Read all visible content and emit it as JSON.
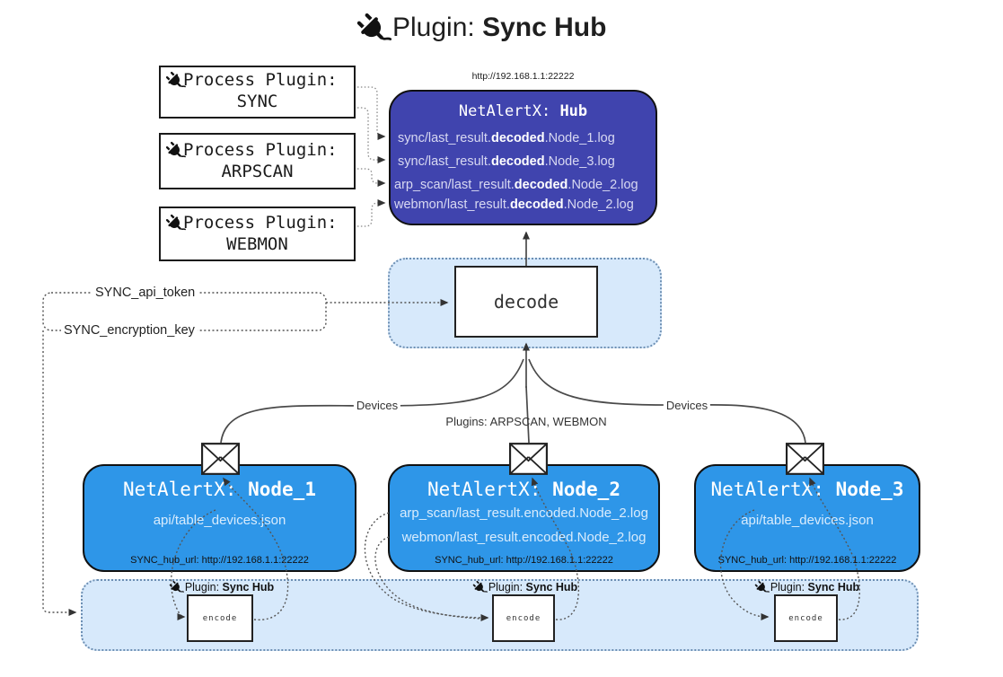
{
  "title": {
    "icon": "plug-icon",
    "prefix": "Plugin: ",
    "bold": "Sync Hub"
  },
  "process_plugins": [
    {
      "label": "Process Plugin:",
      "name": "SYNC"
    },
    {
      "label": "Process Plugin:",
      "name": "ARPSCAN"
    },
    {
      "label": "Process Plugin:",
      "name": "WEBMON"
    }
  ],
  "hub": {
    "url": "http://192.168.1.1:22222",
    "title_prefix": "NetAlertX: ",
    "title_bold": "Hub",
    "lines": [
      {
        "pre": "sync/last_result.",
        "bold": "decoded",
        "post": ".Node_1.log"
      },
      {
        "pre": "sync/last_result.",
        "bold": "decoded",
        "post": ".Node_3.log"
      },
      {
        "pre": "arp_scan/last_result.",
        "bold": "decoded",
        "post": ".Node_2.log"
      },
      {
        "pre": "webmon/last_result.",
        "bold": "decoded",
        "post": ".Node_2.log"
      }
    ]
  },
  "decode_label": "decode",
  "tokens": {
    "api_token": "SYNC_api_token",
    "encryption_key": "SYNC_encryption_key"
  },
  "edge_labels": {
    "devices_left": "Devices",
    "devices_right": "Devices",
    "plugins": "Plugins: ARPSCAN, WEBMON"
  },
  "nodes": [
    {
      "title_prefix": "NetAlertX: ",
      "title_bold": "Node_1",
      "files": [
        "api/table_devices.json"
      ],
      "hub_url": "SYNC_hub_url: http://192.168.1.1:22222"
    },
    {
      "title_prefix": "NetAlertX: ",
      "title_bold": "Node_2",
      "files": [
        "arp_scan/last_result.encoded.Node_2.log",
        "webmon/last_result.encoded.Node_2.log"
      ],
      "hub_url": "SYNC_hub_url: http://192.168.1.1:22222"
    },
    {
      "title_prefix": "NetAlertX: ",
      "title_bold": "Node_3",
      "files": [
        "api/table_devices.json"
      ],
      "hub_url": "SYNC_hub_url: http://192.168.1.1:22222"
    }
  ],
  "encoder": {
    "plugin_prefix": "Plugin: ",
    "plugin_bold": "Sync Hub",
    "encode_label": "encode"
  },
  "icons": {
    "plug": "plug-icon",
    "envelope": "envelope-icon"
  },
  "colors": {
    "hub_fill": "#4044ae",
    "node_fill": "#2e96e8",
    "panel_fill": "#d7e9fb",
    "panel_border": "#6d8fb3",
    "line": "#4a4a4a",
    "arrow": "#333333"
  }
}
